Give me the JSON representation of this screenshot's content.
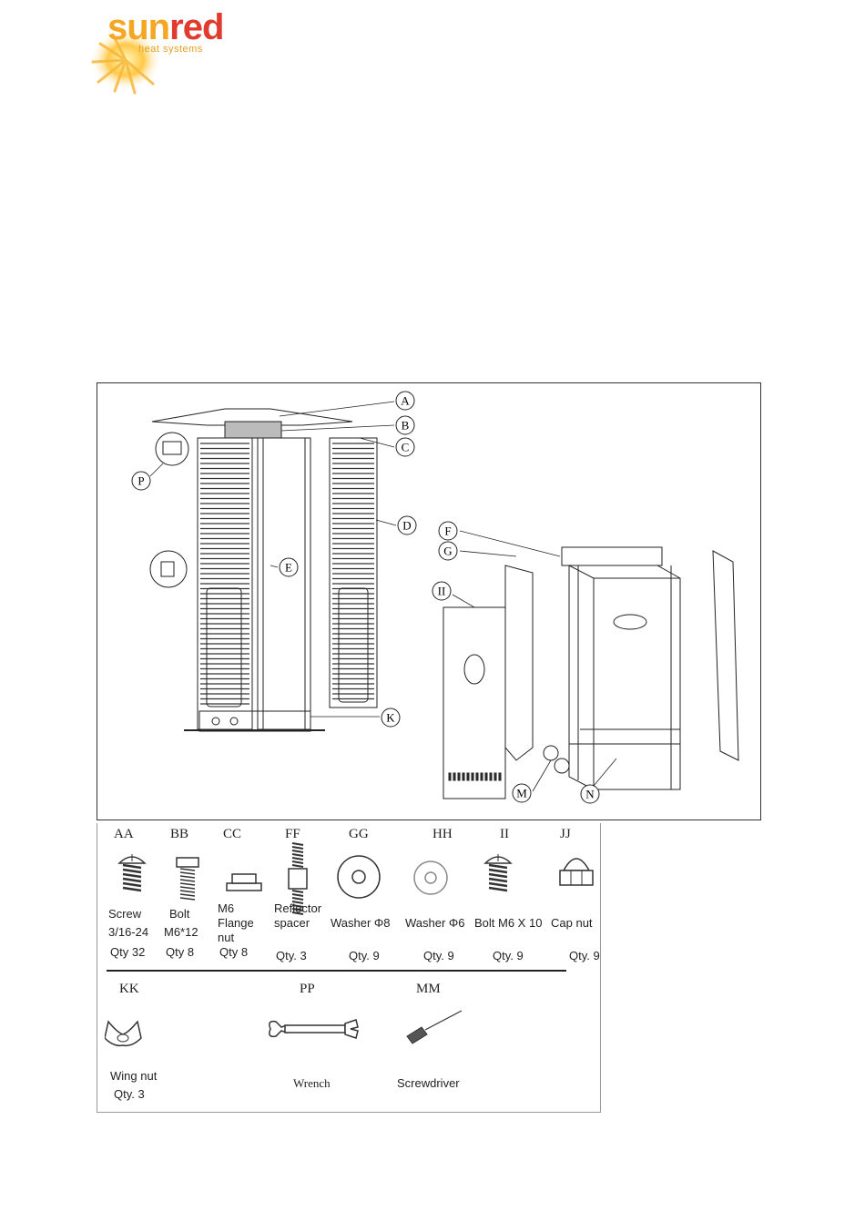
{
  "logo": {
    "brand_part1": "sun",
    "brand_part2": "red",
    "tagline": "heat systems",
    "colors": {
      "sun": "#f5a623",
      "red": "#e03b2f"
    }
  },
  "diagram": {
    "callouts": [
      "A",
      "B",
      "C",
      "D",
      "E",
      "F",
      "G",
      "II",
      "K",
      "M",
      "N",
      "P"
    ]
  },
  "hardware": {
    "items": [
      {
        "code": "AA",
        "label": [
          "Screw",
          "3/16-24"
        ],
        "qty": "Qty 32",
        "icon": "screw-icon"
      },
      {
        "code": "BB",
        "label": [
          "Bolt",
          "M6*12"
        ],
        "qty": "Qty 8",
        "icon": "bolt-icon"
      },
      {
        "code": "CC",
        "label": [
          "M6",
          "Flange",
          "nut"
        ],
        "qty": "Qty 8",
        "icon": "flange-nut-icon"
      },
      {
        "code": "FF",
        "label": [
          "Reflector",
          "spacer"
        ],
        "qty": "Qty.  3",
        "icon": "spacer-icon"
      },
      {
        "code": "GG",
        "label": [
          "Washer Φ8"
        ],
        "qty": "Qty. 9",
        "icon": "washer-icon"
      },
      {
        "code": "HH",
        "label": [
          "Washer Φ6"
        ],
        "qty": "Qty. 9",
        "icon": "washer-small-icon"
      },
      {
        "code": "II",
        "label": [
          "Bolt M6 X 10"
        ],
        "qty": "Qty. 9",
        "icon": "screw-icon"
      },
      {
        "code": "JJ",
        "label": [
          "Cap nut"
        ],
        "qty": "Qty. 9",
        "icon": "cap-nut-icon"
      }
    ],
    "tools": [
      {
        "code": "KK",
        "label": "Wing nut",
        "qty": "Qty. 3",
        "icon": "wing-nut-icon"
      },
      {
        "code": "PP",
        "label": "Wrench",
        "qty": "",
        "icon": "wrench-icon"
      },
      {
        "code": "MM",
        "label": "Screwdriver",
        "qty": "",
        "icon": "screwdriver-icon"
      }
    ]
  }
}
